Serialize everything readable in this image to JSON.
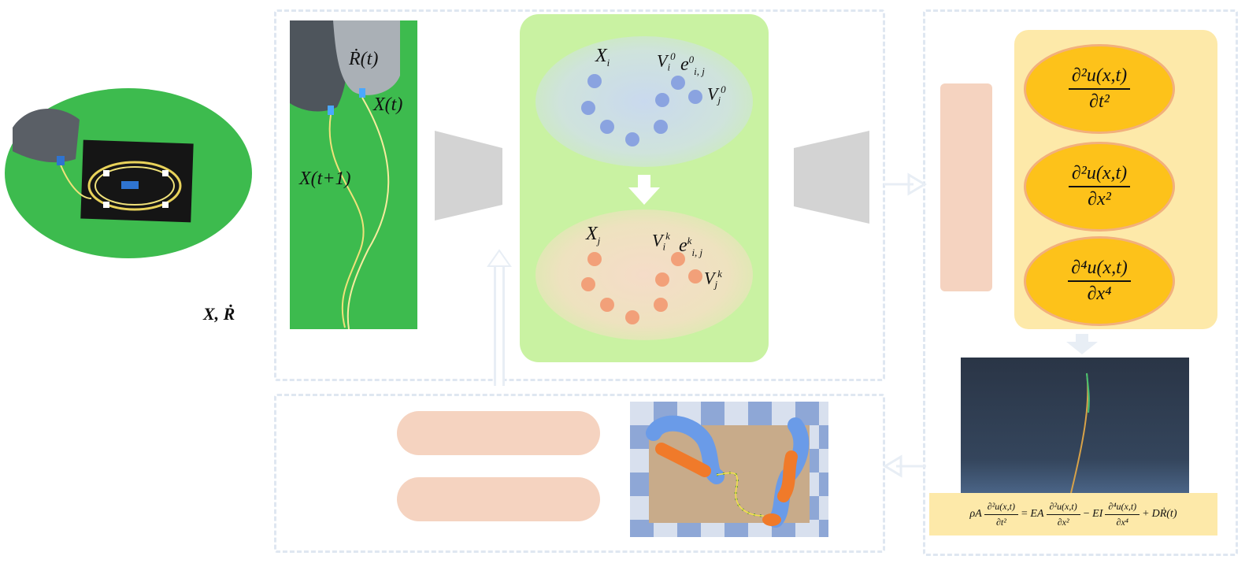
{
  "diagram": {
    "inputs_label": "X, Ṙ",
    "robot_photo": {
      "label_rdot": "Ṙ(t)",
      "label_x_t": "X(t)",
      "label_x_t1": "X(t+1)"
    },
    "graph": {
      "top_node_i": "X",
      "top_node_i_sub": "i",
      "top_vertex_i": "V",
      "top_vertex_i_sub": "i",
      "top_vertex_i_sup": "0",
      "top_edge": "e",
      "top_edge_sub": "i, j",
      "top_edge_sup": "0",
      "top_vertex_j": "V",
      "top_vertex_j_sub": "j",
      "top_vertex_j_sup": "0",
      "bottom_node_j": "X",
      "bottom_node_j_sub": "j",
      "bottom_vertex_i": "V",
      "bottom_vertex_i_sub": "i",
      "bottom_vertex_i_sup": "k",
      "bottom_edge": "e",
      "bottom_edge_sub": "i, j",
      "bottom_edge_sup": "k",
      "bottom_vertex_j": "V",
      "bottom_vertex_j_sub": "j",
      "bottom_vertex_j_sup": "k"
    },
    "pde_terms": [
      {
        "num": "∂²u(x,t)",
        "den": "∂t²"
      },
      {
        "num": "∂²u(x,t)",
        "den": "∂x²"
      },
      {
        "num": "∂⁴u(x,t)",
        "den": "∂x⁴"
      }
    ],
    "equation": {
      "lhs_coef": "ρA",
      "lhs_num": "∂²u(x,t)",
      "lhs_den": "∂t²",
      "eq": "=",
      "t1_coef": "EA",
      "t1_num": "∂²u(x,t)",
      "t1_den": "∂x²",
      "minus": "−",
      "t2_coef": "EI",
      "t2_num": "∂⁴u(x,t)",
      "t2_den": "∂x⁴",
      "plus": "+",
      "t3": "DṘ(t)"
    },
    "colors": {
      "green": "#3dbb4e",
      "node_blue": "#8aa3e0",
      "node_orange": "#f2a079",
      "gold": "#fdc21a",
      "peach": "#f5d3c0",
      "panel_bg": "#c9f2a2"
    }
  }
}
